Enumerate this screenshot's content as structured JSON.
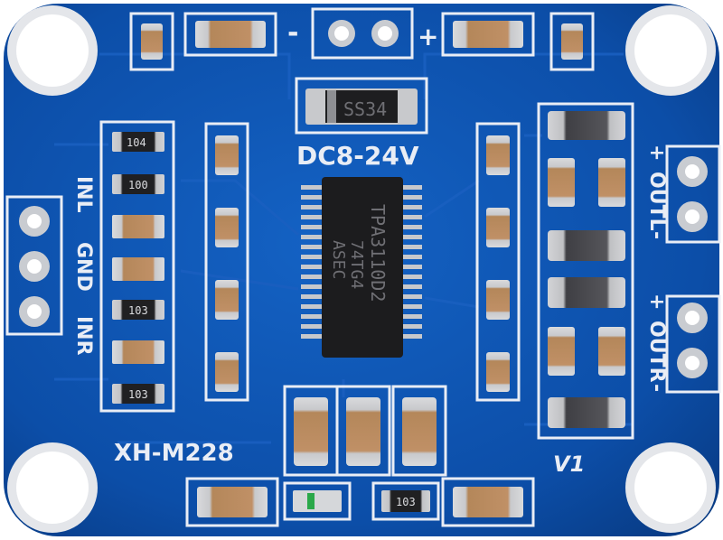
{
  "board": {
    "model": "XH-M228",
    "voltage": "DC8-24V",
    "version": "V1",
    "power_minus": "-",
    "power_plus": "+"
  },
  "ic": {
    "part": "TPA3110D2",
    "code": "74TG4",
    "suffix": "ASEC"
  },
  "diode": {
    "marking": "SS34"
  },
  "inputs": {
    "left": "INL",
    "ground": "GND",
    "right": "INR"
  },
  "outputs": {
    "left_plus": "+",
    "left_label": "OUTL",
    "left_minus": "-",
    "right_plus": "+",
    "right_label": "OUTR",
    "right_minus": "-"
  },
  "resistors": {
    "r1": "104",
    "r2": "100",
    "r3": "103",
    "r4": "103",
    "r5": "103"
  },
  "colors": {
    "pcb": "#0c4ea8",
    "pad": "#cfd2d6",
    "silkscreen": "#e9edf5",
    "capacitor": "#b88a5c",
    "inductor": "#4a4a4e",
    "ic_body": "#1c1c1e"
  }
}
